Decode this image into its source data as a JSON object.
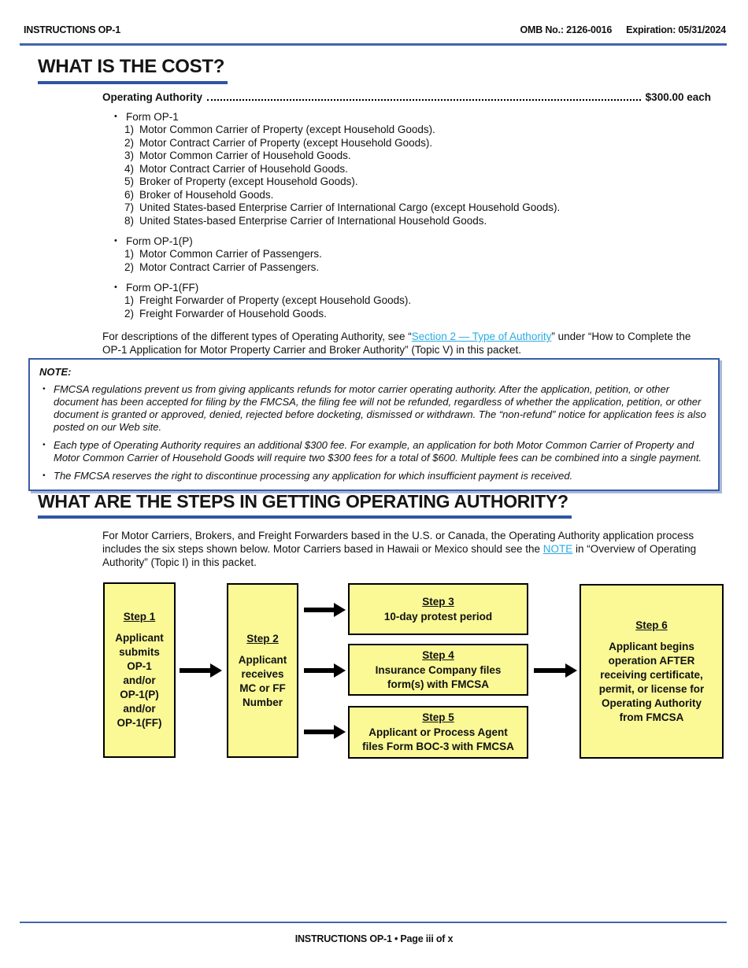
{
  "colors": {
    "accent_blue": "#2F55A4",
    "rule_blue": "#4165AE",
    "link_blue": "#29ABE2",
    "flow_box_yellow": "#FAF996"
  },
  "header": {
    "doc_title": "INSTRUCTIONS OP-1",
    "omb": "OMB No.: 2126-0016",
    "expiration": "Expiration: 05/31/2024"
  },
  "cost_section": {
    "title": "WHAT IS THE COST?",
    "fee_label": "Operating Authority",
    "fee_amount": "$300.00 each",
    "groups": [
      {
        "label": "Form OP-1",
        "items": [
          {
            "num": "1)",
            "text": "Motor Common Carrier of Property (except Household Goods)."
          },
          {
            "num": "2)",
            "text": "Motor Contract Carrier of Property (except Household Goods)."
          },
          {
            "num": "3)",
            "text": "Motor Common Carrier of Household Goods."
          },
          {
            "num": "4)",
            "text": "Motor Contract Carrier of Household Goods."
          },
          {
            "num": "5)",
            "text": "Broker of Property (except Household Goods)."
          },
          {
            "num": "6)",
            "text": "Broker of Household Goods."
          },
          {
            "num": "7)",
            "text": "United States-based Enterprise Carrier of International Cargo (except Household Goods)."
          },
          {
            "num": "8)",
            "text": "United States-based Enterprise Carrier of International Household Goods."
          }
        ]
      },
      {
        "label": "Form OP-1(P)",
        "items": [
          {
            "num": "1)",
            "text": "Motor Common Carrier of Passengers."
          },
          {
            "num": "2)",
            "text": "Motor Contract Carrier of Passengers."
          }
        ]
      },
      {
        "label": "Form OP-1(FF)",
        "items": [
          {
            "num": "1)",
            "text": "Freight Forwarder of Property (except Household Goods)."
          },
          {
            "num": "2)",
            "text": "Freight Forwarder of Household Goods."
          }
        ]
      }
    ],
    "description": {
      "pre": "For descriptions of the different types of Operating Authority, see “",
      "link": "Section 2 — Type of Authority",
      "post": "” under “How to Complete the OP-1 Application for Motor Property Carrier and Broker Authority” (Topic V) in this packet."
    }
  },
  "note_box": {
    "label": "NOTE:",
    "bullets": [
      "FMCSA regulations prevent us from giving applicants refunds for motor carrier operating authority. After the application, petition, or other document has been accepted for filing by the FMCSA, the filing fee will not be refunded, regardless of whether the application, petition, or other document is granted or approved, denied, rejected before docketing, dismissed or withdrawn. The “non-refund” notice for application fees is also posted on our Web site.",
      "Each type of Operating Authority requires an additional $300 fee. For example, an application for both Motor Common Carrier of Property and Motor Common Carrier of Household Goods will require two $300 fees for a total of $600. Multiple fees can be combined into a single payment.",
      "The FMCSA reserves the right to discontinue processing any application for which insufficient payment is received."
    ]
  },
  "steps_section": {
    "title": "WHAT ARE THE STEPS IN GETTING OPERATING AUTHORITY?",
    "intro": {
      "pre": "For Motor Carriers, Brokers, and Freight Forwarders based in the U.S. or Canada, the Operating Authority application process includes the six steps shown below. Motor Carriers based in Hawaii or Mexico should see the ",
      "link": "NOTE",
      "post": " in “Overview of Operating Authority” (Topic I) in this packet."
    },
    "flowchart": {
      "step1": {
        "title": "Step 1",
        "lines": [
          "Applicant",
          "submits",
          "OP-1",
          "and/or",
          "OP-1(P)",
          "and/or",
          "OP-1(FF)"
        ]
      },
      "step2": {
        "title": "Step 2",
        "lines": [
          "Applicant",
          "receives",
          "MC or FF",
          "Number"
        ]
      },
      "step3": {
        "title": "Step 3",
        "lines": [
          "10-day protest period"
        ]
      },
      "step4": {
        "title": "Step 4",
        "lines": [
          "Insurance Company files",
          "form(s) with FMCSA"
        ]
      },
      "step5": {
        "title": "Step 5",
        "lines": [
          "Applicant or Process Agent",
          "files Form BOC-3 with FMCSA"
        ]
      },
      "step6": {
        "title": "Step 6",
        "lines": [
          "Applicant begins",
          "operation AFTER",
          "receiving certificate,",
          "permit, or license for",
          "Operating Authority",
          "from FMCSA"
        ]
      }
    }
  },
  "footer": {
    "text": "INSTRUCTIONS OP-1 • Page iii of x"
  }
}
